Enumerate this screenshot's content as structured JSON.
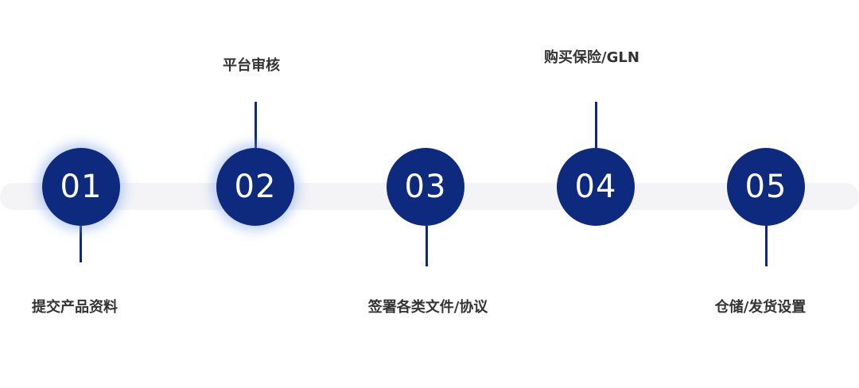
{
  "steps": [
    {
      "number": "01",
      "label": "提交产品资料",
      "position": "below",
      "glow": true
    },
    {
      "number": "02",
      "label": "平台审核",
      "position": "above",
      "glow": true
    },
    {
      "number": "03",
      "label": "签署各类文件/协议",
      "position": "below",
      "glow": false
    },
    {
      "number": "04",
      "label": "购买保险/GLN",
      "position": "above",
      "glow": false
    },
    {
      "number": "05",
      "label": "仓储/发货设置",
      "position": "below",
      "glow": false
    }
  ],
  "colors": {
    "circle": "#0e2a7e",
    "connector": "#0e2a7e",
    "track": "#f4f4f6",
    "label": "#333333"
  }
}
